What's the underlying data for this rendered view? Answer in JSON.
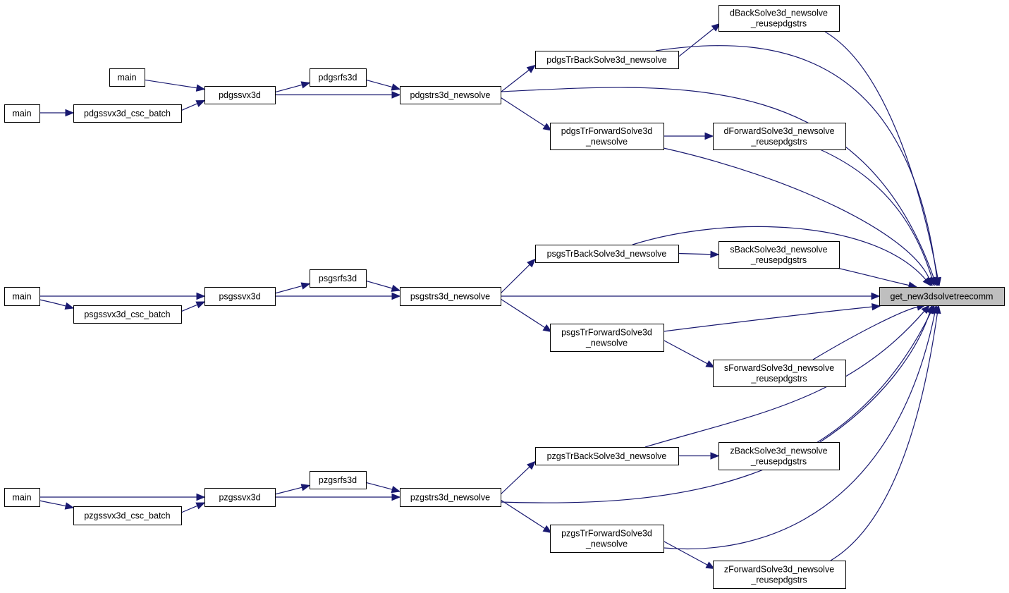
{
  "graph": {
    "root": "get_new3dsolvetreecomm",
    "colors": {
      "edge": "#191970",
      "node_border": "#000000",
      "node_fill": "#ffffff",
      "root_fill": "#bfbfbf"
    },
    "nodes": {
      "root": [
        "get_new3dsolvetreecomm"
      ],
      "dBack": [
        "dBackSolve3d_newsolve",
        "_reusepdgstrs"
      ],
      "pdgsTrBack": [
        "pdgsTrBackSolve3d_newsolve"
      ],
      "pdgstrs3d": [
        "pdgstrs3d_newsolve"
      ],
      "pdgsTrFwd": [
        "pdgsTrForwardSolve3d",
        "_newsolve"
      ],
      "dFwd": [
        "dForwardSolve3d_newsolve",
        "_reusepdgstrs"
      ],
      "pdgsrfs3d": [
        "pdgsrfs3d"
      ],
      "pdgssvx3d": [
        "pdgssvx3d"
      ],
      "main_d1": [
        "main"
      ],
      "main_d2": [
        "main"
      ],
      "pdgssvx3d_csc": [
        "pdgssvx3d_csc_batch"
      ],
      "psgsTrBack": [
        "psgsTrBackSolve3d_newsolve"
      ],
      "sBack": [
        "sBackSolve3d_newsolve",
        "_reusepdgstrs"
      ],
      "psgstrs3d": [
        "psgstrs3d_newsolve"
      ],
      "psgsTrFwd": [
        "psgsTrForwardSolve3d",
        "_newsolve"
      ],
      "sFwd": [
        "sForwardSolve3d_newsolve",
        "_reusepdgstrs"
      ],
      "psgsrfs3d": [
        "psgsrfs3d"
      ],
      "psgssvx3d": [
        "psgssvx3d"
      ],
      "main_s": [
        "main"
      ],
      "psgssvx3d_csc": [
        "psgssvx3d_csc_batch"
      ],
      "pzgsTrBack": [
        "pzgsTrBackSolve3d_newsolve"
      ],
      "zBack": [
        "zBackSolve3d_newsolve",
        "_reusepdgstrs"
      ],
      "pzgstrs3d": [
        "pzgstrs3d_newsolve"
      ],
      "pzgsTrFwd": [
        "pzgsTrForwardSolve3d",
        "_newsolve"
      ],
      "zFwd": [
        "zForwardSolve3d_newsolve",
        "_reusepdgstrs"
      ],
      "pzgsrfs3d": [
        "pzgsrfs3d"
      ],
      "pzgssvx3d": [
        "pzgssvx3d"
      ],
      "main_z": [
        "main"
      ],
      "pzgssvx3d_csc": [
        "pzgssvx3d_csc_batch"
      ]
    },
    "edges": [
      [
        "dBack",
        "root"
      ],
      [
        "pdgsTrBack",
        "root"
      ],
      [
        "pdgstrs3d",
        "root"
      ],
      [
        "dFwd",
        "root"
      ],
      [
        "pdgsTrFwd",
        "root"
      ],
      [
        "pdgsTrBack",
        "dBack"
      ],
      [
        "pdgsTrFwd",
        "dFwd"
      ],
      [
        "pdgstrs3d",
        "pdgsTrBack"
      ],
      [
        "pdgstrs3d",
        "pdgsTrFwd"
      ],
      [
        "pdgsrfs3d",
        "pdgstrs3d"
      ],
      [
        "pdgssvx3d",
        "pdgstrs3d"
      ],
      [
        "pdgssvx3d",
        "pdgsrfs3d"
      ],
      [
        "main_d1",
        "pdgssvx3d"
      ],
      [
        "pdgssvx3d_csc",
        "pdgssvx3d"
      ],
      [
        "main_d2",
        "pdgssvx3d_csc"
      ],
      [
        "psgsTrBack",
        "root"
      ],
      [
        "sBack",
        "root"
      ],
      [
        "psgstrs3d",
        "root"
      ],
      [
        "psgsTrFwd",
        "root"
      ],
      [
        "sFwd",
        "root"
      ],
      [
        "psgsTrBack",
        "sBack"
      ],
      [
        "psgsTrFwd",
        "sFwd"
      ],
      [
        "psgstrs3d",
        "psgsTrBack"
      ],
      [
        "psgstrs3d",
        "psgsTrFwd"
      ],
      [
        "psgsrfs3d",
        "psgstrs3d"
      ],
      [
        "psgssvx3d",
        "psgstrs3d"
      ],
      [
        "psgssvx3d",
        "psgsrfs3d"
      ],
      [
        "main_s",
        "psgssvx3d"
      ],
      [
        "psgssvx3d_csc",
        "psgssvx3d"
      ],
      [
        "main_s",
        "psgssvx3d_csc"
      ],
      [
        "pzgsTrBack",
        "root"
      ],
      [
        "zBack",
        "root"
      ],
      [
        "pzgstrs3d",
        "root"
      ],
      [
        "pzgsTrFwd",
        "root"
      ],
      [
        "zFwd",
        "root"
      ],
      [
        "pzgsTrBack",
        "zBack"
      ],
      [
        "pzgsTrFwd",
        "zFwd"
      ],
      [
        "pzgstrs3d",
        "pzgsTrBack"
      ],
      [
        "pzgstrs3d",
        "pzgsTrFwd"
      ],
      [
        "pzgsrfs3d",
        "pzgstrs3d"
      ],
      [
        "pzgssvx3d",
        "pzgstrs3d"
      ],
      [
        "pzgssvx3d",
        "pzgsrfs3d"
      ],
      [
        "main_z",
        "pzgssvx3d"
      ],
      [
        "pzgssvx3d_csc",
        "pzgssvx3d"
      ],
      [
        "main_z",
        "pzgssvx3d_csc"
      ]
    ]
  }
}
